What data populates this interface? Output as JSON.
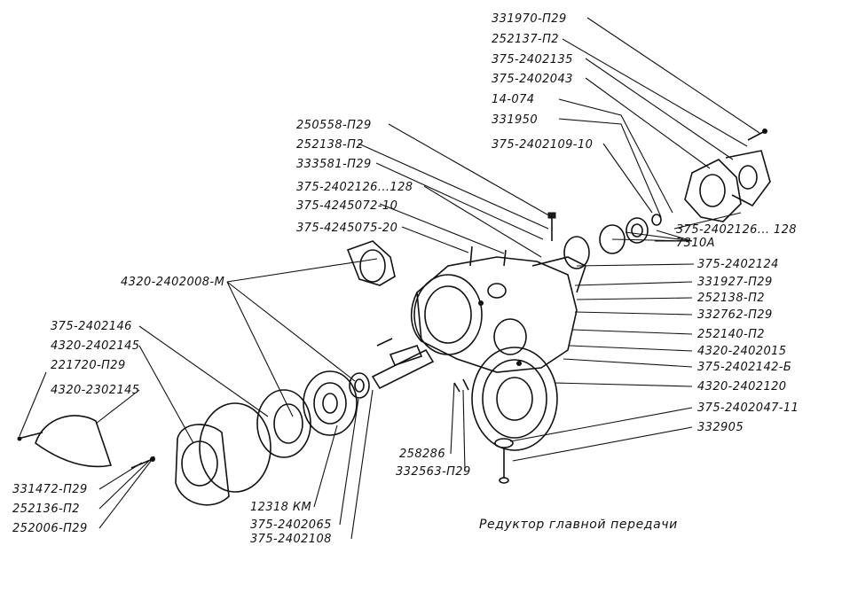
{
  "title": "Редуктор главной передачи",
  "labels": {
    "l01": "331970-П29",
    "l02": "252137-П2",
    "l03": "375-2402135",
    "l04": "375-2402043",
    "l05": "14-074",
    "l06": "331950",
    "l07": "375-2402109-10",
    "l08": "250558-П29",
    "l09": "252138-П2",
    "l10": "333581-П29",
    "l11": "375-2402126...128",
    "l12": "375-4245072-10",
    "l13": "375-4245075-20",
    "l14": "375-2402126... 128",
    "l15": "7310А",
    "l16": "375-2402124",
    "l17": "331927-П29",
    "l18": "252138-П2",
    "l19": "332762-П29",
    "l20": "252140-П2",
    "l21": "4320-2402015",
    "l22": "375-2402142-Б",
    "l23": "4320-2402120",
    "l24": "375-2402047-11",
    "l25": "332905",
    "l26": "4320-2402008-М",
    "l27": "375-2402146",
    "l28": "4320-2402145",
    "l29": "221720-П29",
    "l30": "4320-2302145",
    "l31": "258286",
    "l32": "332563-П29",
    "l33": "12318 КМ",
    "l34": "375-2402065",
    "l35": "375-2402108",
    "l36": "331472-П29",
    "l37": "252136-П2",
    "l38": "252006-П29"
  }
}
